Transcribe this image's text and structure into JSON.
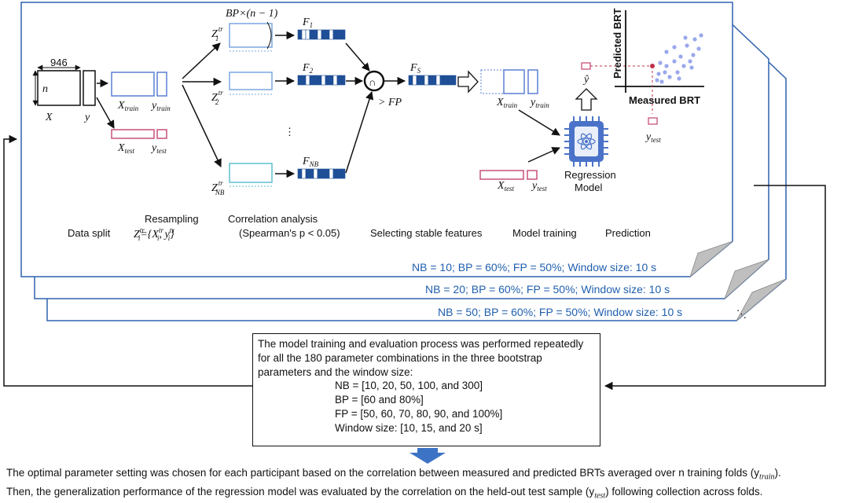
{
  "stages": {
    "data_split": "Data split",
    "resampling": "Resampling",
    "correlation_analysis": "Correlation analysis",
    "correlation_threshold": "(Spearman's p < 0.05)",
    "selecting_stable": "Selecting stable features",
    "model_training": "Model training",
    "prediction": "Prediction"
  },
  "symbols": {
    "n": "n",
    "cols": "946",
    "X": "X",
    "y": "y",
    "x_train": "X",
    "x_train_sub": "train",
    "y_train": "y",
    "y_train_sub": "train",
    "x_test": "X",
    "x_test_sub": "test",
    "y_test": "y",
    "y_test_sub": "test",
    "bp_label": "BP×(n − 1)",
    "z": "Z",
    "z_sup": "tr",
    "z1_sub": "1",
    "z2_sub": "2",
    "znb_sub": "NB",
    "f": "F",
    "f1_sub": "1",
    "f2_sub": "2",
    "fnb_sub": "NB",
    "fs_sub": "S",
    "fp_threshold": "> FP",
    "intersection": "∩",
    "y_hat": "ŷ",
    "resampling_formula": "Z",
    "resampling_formula_rest": "={X",
    "resampling_formula_rest2": ", y",
    "resampling_close": "}",
    "i": "i",
    "tr": "tr",
    "vdots": "⋮",
    "ellipsis": "⋱"
  },
  "regression_model": {
    "line1": "Regression",
    "line2": "Model"
  },
  "plot": {
    "xlabel": "Measured BRT",
    "ylabel": "Predicted BRT"
  },
  "panels": [
    "NB = 10; BP = 60%; FP = 50%; Window size: 10 s",
    "NB = 20; BP = 60%; FP = 50%; Window size: 10 s",
    "NB = 50; BP = 60%; FP = 50%; Window size: 10 s"
  ],
  "process_box": {
    "description": "The model training and evaluation process was performed repeatedly for all the 180 parameter combinations in the three bootstrap parameters and the window size:",
    "params": [
      "NB = [10, 20, 50, 100, and 300]",
      "BP = [60 and 80%]",
      "FP = [50, 60, 70, 80, 90, and 100%]",
      "Window size: [10, 15, and 20 s]"
    ]
  },
  "bottom_text": {
    "line1": "The optimal parameter setting was chosen for each participant based on the correlation between measured and predicted BRTs averaged over n training folds (y",
    "line1_sub": "train",
    "line1_end": ").",
    "line2": "Then, the generalization performance of the regression model was evaluated by the correlation on the held-out test sample (y",
    "line2_sub": "test",
    "line2_end": ") following collection across folds."
  },
  "colors": {
    "panel_border": "#2f62b0",
    "train_box": "#5b7fd4",
    "test_box": "#c9507a",
    "z_box": "#7aa7e0",
    "znb_box": "#5fc0cf",
    "feature_dark": "#1f4f96",
    "scatter_dot": "#9aa8ec",
    "highlight": "#c0304a",
    "arrow_down": "#3d73c4"
  }
}
